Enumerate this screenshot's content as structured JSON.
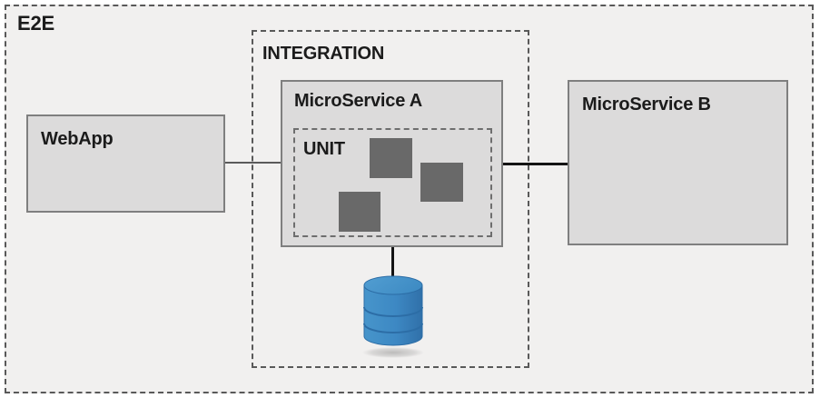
{
  "diagram": {
    "type": "test-scope-architecture-diagram",
    "outer_scope": {
      "label": "E2E"
    },
    "integration_scope": {
      "label": "INTEGRATION"
    },
    "unit_scope": {
      "label": "UNIT",
      "block_count": 3
    },
    "nodes": {
      "webapp": {
        "label": "WebApp"
      },
      "microservice_a": {
        "label": "MicroService A"
      },
      "microservice_b": {
        "label": "MicroService B"
      },
      "database": {
        "icon": "database-icon"
      }
    },
    "connectors": [
      {
        "from": "webapp",
        "to": "microservice_a",
        "style": "gray-thin"
      },
      {
        "from": "microservice_a",
        "to": "microservice_b",
        "style": "black-thick"
      },
      {
        "from": "microservice_a",
        "to": "database",
        "style": "black-thick"
      }
    ],
    "colors": {
      "canvas_background": "#f1f0ef",
      "page_margin": "#ffffff",
      "box_fill": "#dcdbdb",
      "box_border": "#7f7f7f",
      "dashed_border": "#595959",
      "unit_block_fill": "#696969",
      "connector_gray": "#5a5a5a",
      "connector_black": "#141414",
      "database_blue_body": "#3d88c3",
      "database_blue_top": "#4a97cd",
      "database_blue_edge": "#2c6da6",
      "text": "#1b1b1b"
    }
  }
}
